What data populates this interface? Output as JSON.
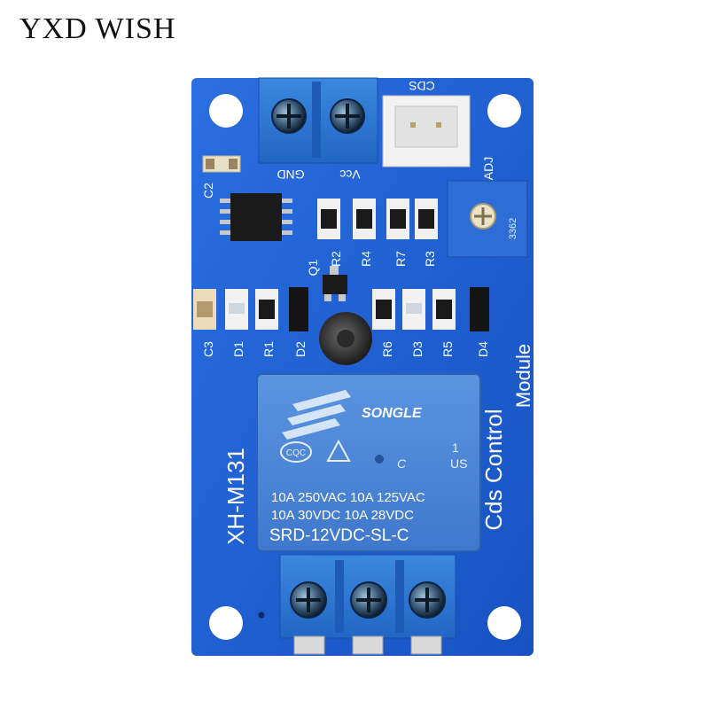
{
  "brand": "YXD WISH",
  "pcb": {
    "model": "XH-M131",
    "title_line1": "Cds Control",
    "title_line2": "Module",
    "labels": {
      "cds": "CDS",
      "gnd": "GND",
      "vcc": "Vcc",
      "adj": "ADJ",
      "c2": "C2",
      "q1": "Q1",
      "r2": "R2",
      "r4": "R4",
      "r7": "R7",
      "r3": "R3",
      "c3": "C3",
      "d1": "D1",
      "r1": "R1",
      "d2": "D2",
      "r6": "R6",
      "d3": "D3",
      "r5": "R5",
      "d4": "D4",
      "pot_code": "3362"
    },
    "relay": {
      "brand": "SONGLE",
      "cqc": "CQC",
      "ul_1": "1",
      "ul_us": "US",
      "ul_c": "C",
      "rating1": "10A 250VAC 10A 125VAC",
      "rating2": "10A  30VDC 10A 28VDC",
      "model": "SRD-12VDC-SL-C"
    }
  },
  "colors": {
    "pcb": "#1d5fd0",
    "terminal": "#2f7fd8",
    "relay": "#4a86d6"
  }
}
